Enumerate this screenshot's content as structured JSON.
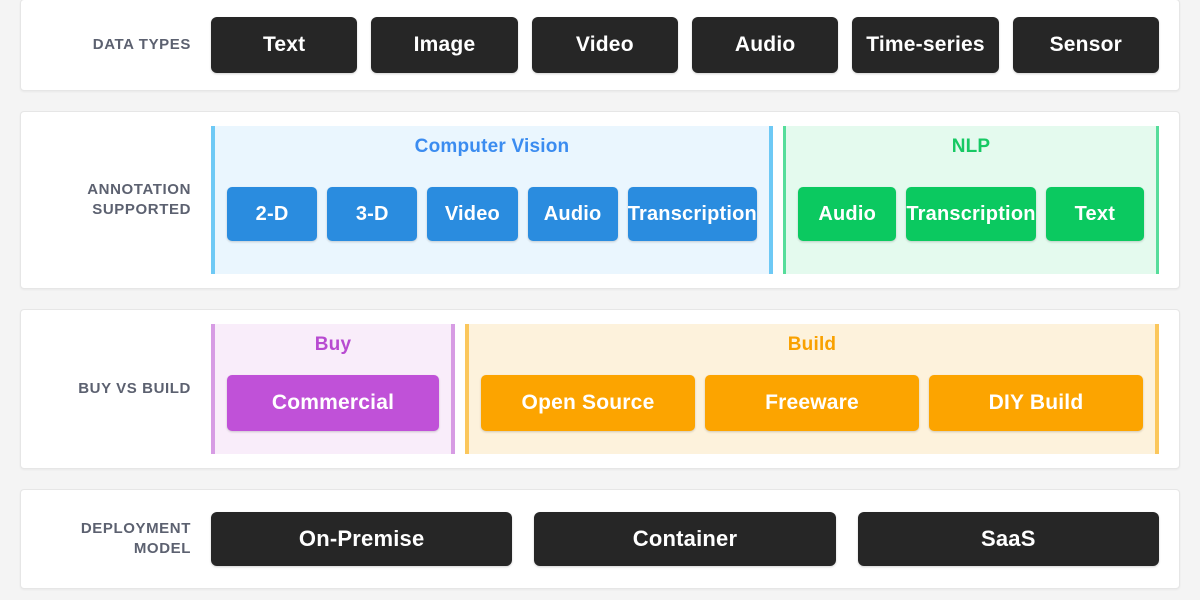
{
  "rows": [
    {
      "id": "data-types",
      "label": "DATA TYPES",
      "items": [
        "Text",
        "Image",
        "Video",
        "Audio",
        "Time-series",
        "Sensor"
      ]
    },
    {
      "id": "annotation-supported",
      "label": "ANNOTATION SUPPORTED",
      "groups": [
        {
          "title": "Computer Vision",
          "color": "#3b8cf0",
          "pill_color": "#2a8cdf",
          "background": "#eaf6fe",
          "accent": "#6ec9f5",
          "items": [
            "2-D",
            "3-D",
            "Video",
            "Audio",
            "Transcription"
          ]
        },
        {
          "title": "NLP",
          "color": "#17c964",
          "pill_color": "#0bc960",
          "background": "#e4faee",
          "accent": "#56dd9b",
          "items": [
            "Audio",
            "Transcription",
            "Text"
          ]
        }
      ]
    },
    {
      "id": "buy-vs-build",
      "label": "BUY VS BUILD",
      "groups": [
        {
          "title": "Buy",
          "color": "#b84bd1",
          "pill_color": "#c051d8",
          "background": "#f9edfa",
          "accent": "#d79ce4",
          "items": [
            "Commercial"
          ]
        },
        {
          "title": "Build",
          "color": "#f9a100",
          "pill_color": "#fca400",
          "background": "#fdf2dc",
          "accent": "#fbc75c",
          "items": [
            "Open Source",
            "Freeware",
            "DIY Build"
          ]
        }
      ]
    },
    {
      "id": "deployment-model",
      "label": "DEPLOYMENT MODEL",
      "items": [
        "On-Premise",
        "Container",
        "SaaS"
      ]
    }
  ],
  "theme": {
    "page_background": "#f4f4f4",
    "card_background": "#ffffff",
    "card_border": "#e6e6e6",
    "label_color": "#5c6170",
    "dark_pill": "#262626"
  }
}
